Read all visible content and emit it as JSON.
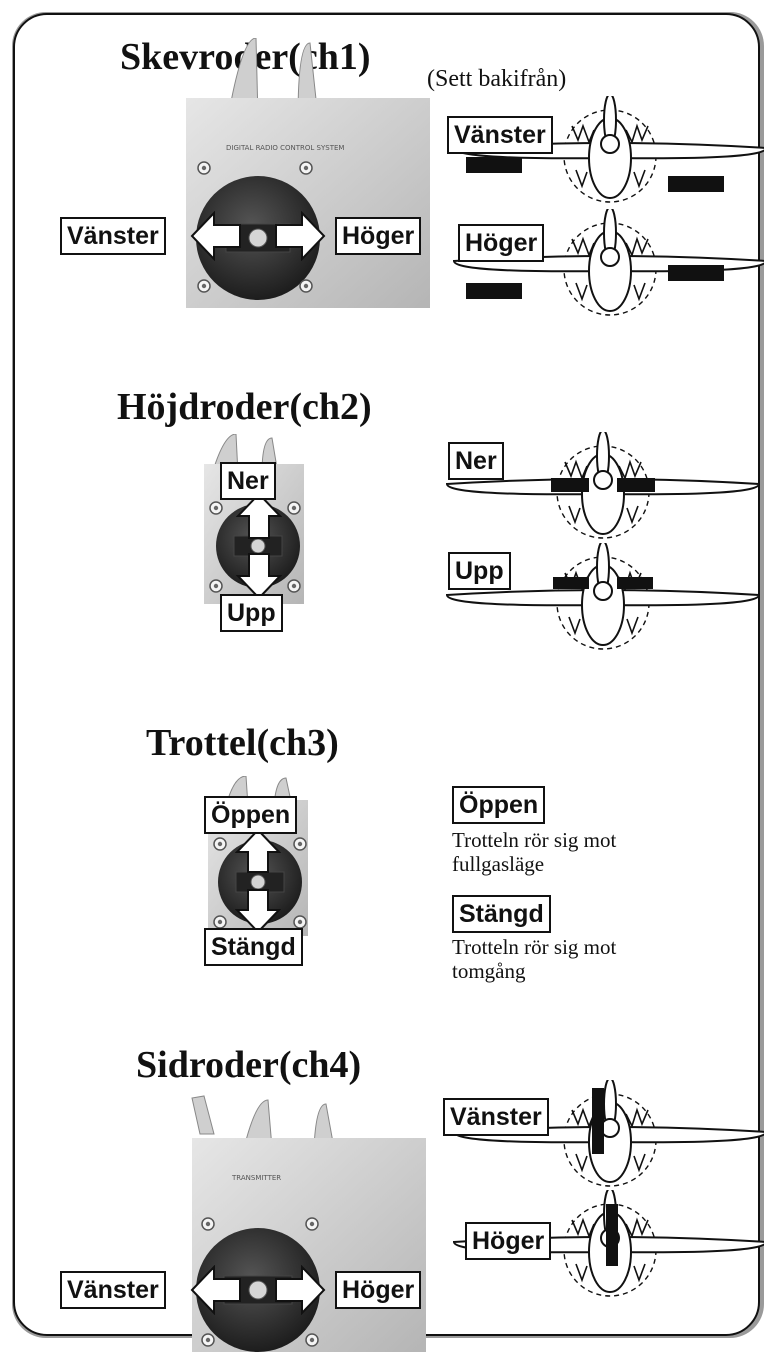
{
  "aileron": {
    "title": "Skevroder(ch1)",
    "note": "(Sett bakifrån)",
    "stick_left_label": "Vänster",
    "stick_right_label": "Höger",
    "plane_top_label": "Vänster",
    "plane_bottom_label": "Höger"
  },
  "elevator": {
    "title": "Höjdroder(ch2)",
    "stick_up_label": "Ner",
    "stick_down_label": "Upp",
    "plane_top_label": "Ner",
    "plane_bottom_label": "Upp"
  },
  "throttle": {
    "title": "Trottel(ch3)",
    "stick_up_label": "Öppen",
    "stick_down_label": "Stängd",
    "open_label": "Öppen",
    "open_desc": "Trotteln rör sig mot fullgasläge",
    "closed_label": "Stängd",
    "closed_desc": "Trotteln rör sig mot tomgång"
  },
  "rudder": {
    "title": "Sidroder(ch4)",
    "stick_left_label": "Vänster",
    "stick_right_label": "Höger",
    "plane_top_label": "Vänster",
    "plane_bottom_label": "Höger"
  },
  "colors": {
    "ink": "#111111",
    "panel": "#d4d4d4",
    "shadow": "#9a9a9a"
  }
}
